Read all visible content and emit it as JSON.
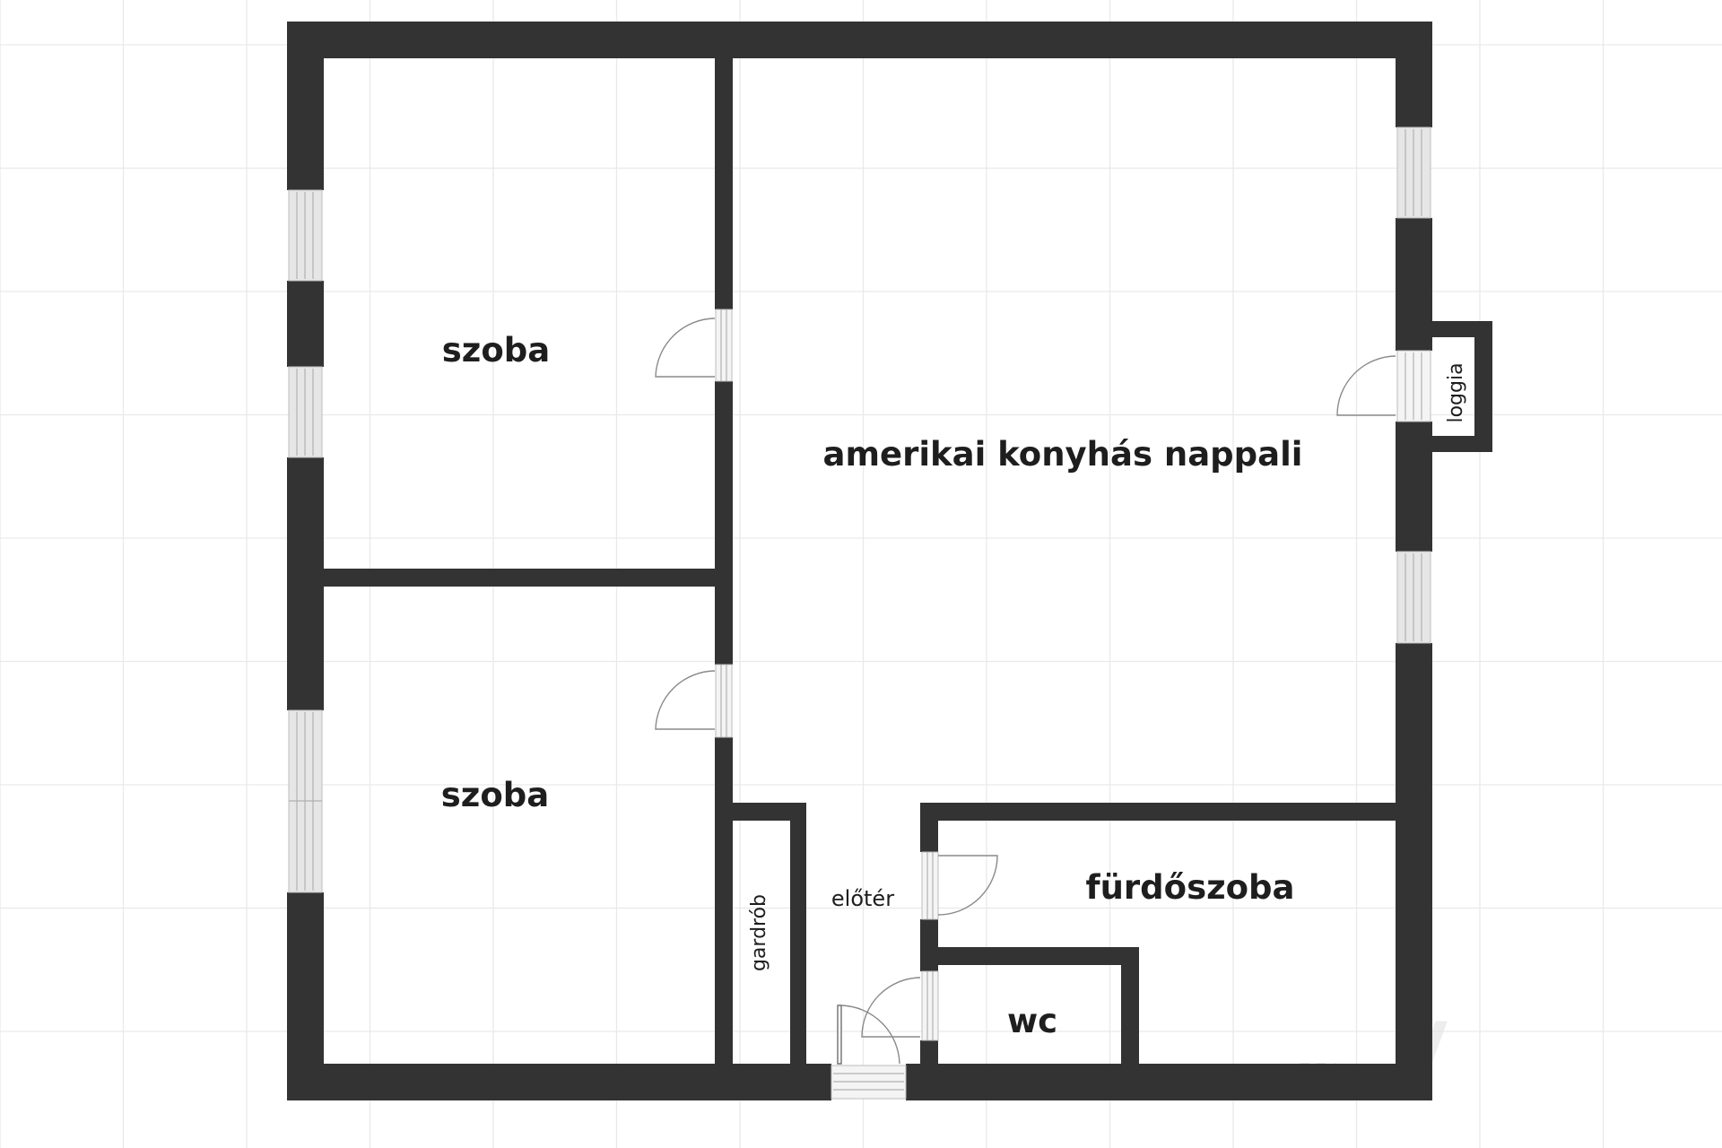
{
  "rooms": {
    "bedroom_top": "szoba",
    "bedroom_bottom": "szoba",
    "living": "amerikai konyhás nappali",
    "loggia": "loggia",
    "hall": "előtér",
    "wardrobe": "gardrób",
    "bathroom": "fürdőszoba",
    "toilet": "wc"
  },
  "watermark": {
    "letter": "V",
    "subtext": "IN"
  },
  "colors": {
    "wall": "#333333",
    "background": "#ffffff",
    "grid": "#e9e9e9",
    "window": "#e6e6e6"
  }
}
